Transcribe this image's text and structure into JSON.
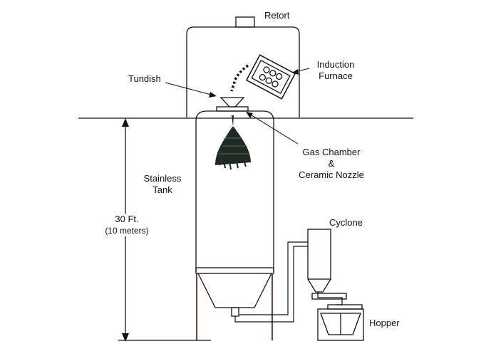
{
  "labels": {
    "retort": "Retort",
    "induction_furnace": [
      "Induction",
      "Furnace"
    ],
    "tundish": "Tundish",
    "gas_chamber": [
      "Gas Chamber",
      "&",
      "Ceramic Nozzle"
    ],
    "stainless_tank": [
      "Stainless",
      "Tank"
    ],
    "height": [
      "30 Ft.",
      "(10 meters)"
    ],
    "cyclone": "Cyclone",
    "hopper": "Hopper"
  },
  "colors": {
    "line": "#111111",
    "leg": "#6b4a3a",
    "spray": "#1e2a22"
  }
}
